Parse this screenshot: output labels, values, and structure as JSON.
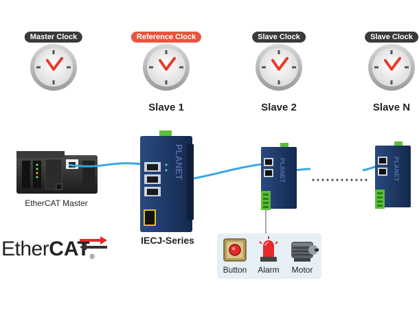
{
  "clocks": [
    {
      "badge": "Master Clock",
      "badge_color": "#3a3a3a"
    },
    {
      "badge": "Reference Clock",
      "badge_color": "#e8543e"
    },
    {
      "badge": "Slave Clock",
      "badge_color": "#3a3a3a"
    },
    {
      "badge": "Slave Clock",
      "badge_color": "#3a3a3a"
    }
  ],
  "slaves": [
    "Slave 1",
    "Slave 2",
    "Slave N"
  ],
  "master_label": "EtherCAT Master",
  "series_label": "IECJ-Series",
  "devices": [
    "Button",
    "Alarm",
    "Motor"
  ],
  "logo": {
    "prefix": "Ether",
    "suffix": "CAT",
    "registered": "®"
  },
  "brand_text": "PLANET",
  "colors": {
    "cable": "#3aa6e4",
    "switch_body": "#1d3560",
    "reference": "#e8543e",
    "terminal": "#5bbf3a"
  }
}
